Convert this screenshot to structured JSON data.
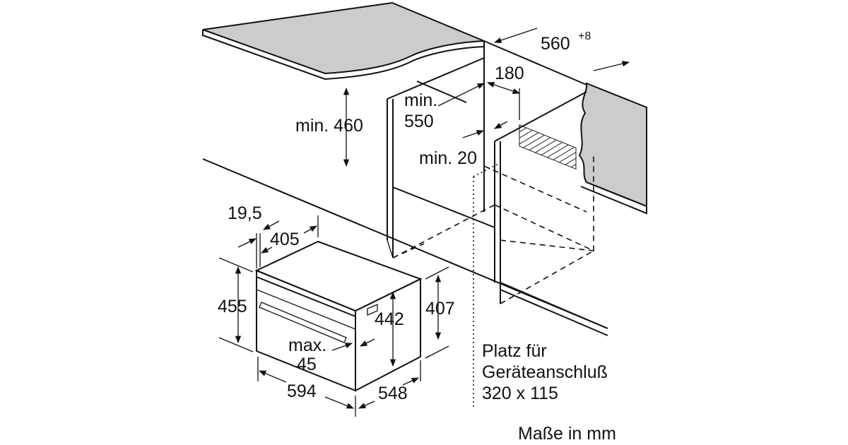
{
  "diagram": {
    "title": "Einbaumaße Kompaktbackofen",
    "labels": {
      "width_niche": "560",
      "width_niche_tol": "+8",
      "depth_180": "180",
      "min_550_a": "min.",
      "min_550_b": "550",
      "min_460": "min. 460",
      "min_20": "min. 20",
      "dim_19_5": "19,5",
      "dim_405": "405",
      "dim_455": "455",
      "dim_442": "442",
      "dim_407": "407",
      "max_45_a": "max.",
      "max_45_b": "45",
      "dim_594": "594",
      "dim_548": "548",
      "connection_1": "Platz für",
      "connection_2": "Geräteanschluß",
      "connection_3": "320 x 115",
      "units": "Maße in mm"
    }
  }
}
